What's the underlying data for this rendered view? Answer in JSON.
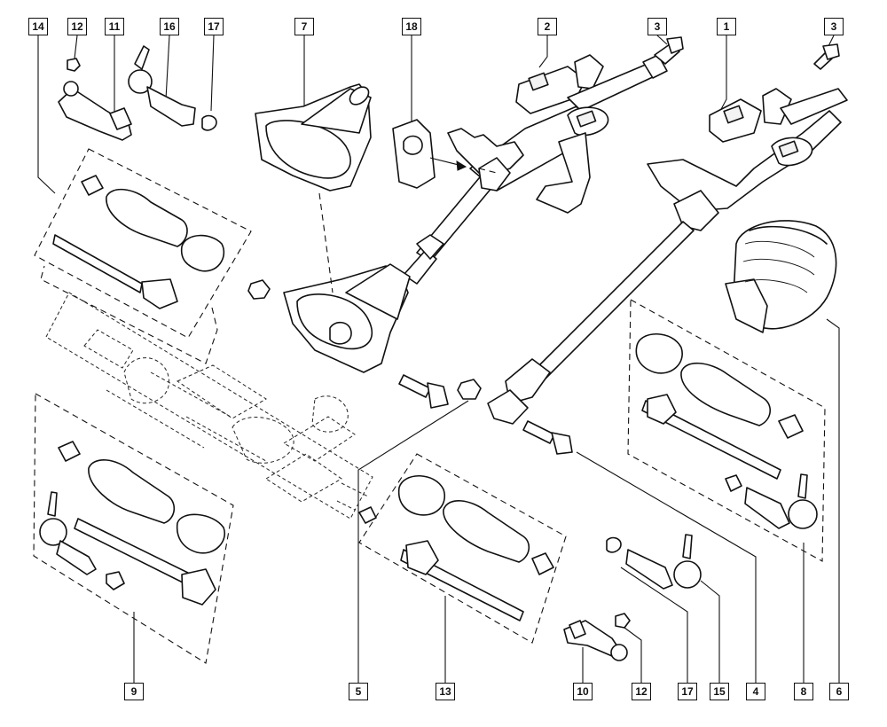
{
  "callouts": {
    "c14": "14",
    "c12a": "12",
    "c11": "11",
    "c16": "16",
    "c17a": "17",
    "c7": "7",
    "c18": "18",
    "c2": "2",
    "c3a": "3",
    "c1": "1",
    "c3b": "3",
    "c9": "9",
    "c5": "5",
    "c13": "13",
    "c10": "10",
    "c12b": "12",
    "c17b": "17",
    "c15": "15",
    "c4": "4",
    "c8": "8",
    "c6": "6"
  },
  "colors": {
    "line": "#111111",
    "background": "#ffffff"
  }
}
